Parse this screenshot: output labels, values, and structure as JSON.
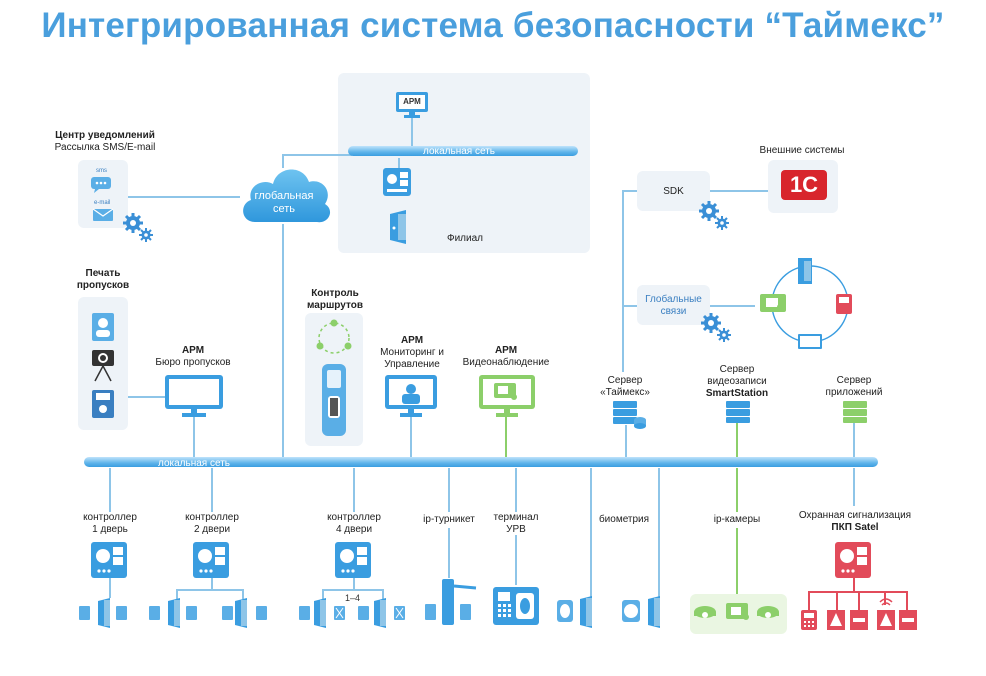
{
  "title": "Интегрированная система безопасности “Таймекс”",
  "notification_center": {
    "title": "Центр уведомлений",
    "subtitle": "Рассылка SMS/E-mail",
    "sms_tag": "sms",
    "email_tag": "e-mail"
  },
  "cloud": {
    "line1": "глобальная",
    "line2": "сеть"
  },
  "branch": {
    "arm_label": "АРМ",
    "lan_label": "локальная сеть",
    "name": "Филиал"
  },
  "external": {
    "title": "Внешние системы",
    "logo": "1С"
  },
  "sdk": {
    "label": "SDK"
  },
  "global_links": {
    "line1": "Глобальные",
    "line2": "связи"
  },
  "print_passes": {
    "line1": "Печать",
    "line2": "пропусков"
  },
  "route_control": {
    "line1": "Контроль",
    "line2": "маршрутов"
  },
  "arm_pass_bureau": {
    "line1": "АРМ",
    "line2": "Бюро пропусков"
  },
  "arm_monitoring": {
    "line1": "АРМ",
    "line2": "Мониторинг и",
    "line3": "Управление"
  },
  "arm_video": {
    "line1": "АРМ",
    "line2": "Видеонаблюдение"
  },
  "server_timex": {
    "line1": "Сервер",
    "line2": "«Таймекс»"
  },
  "server_video": {
    "line1": "Сервер",
    "line2": "видеозаписи",
    "line3": "SmartStation"
  },
  "server_apps": {
    "line1": "Сервер",
    "line2": "приложений"
  },
  "main_lan": {
    "label": "локальная сеть"
  },
  "ctrl1": {
    "line1": "контроллер",
    "line2": "1 дверь"
  },
  "ctrl2": {
    "line1": "контроллер",
    "line2": "2 двери"
  },
  "ctrl4": {
    "line1": "контроллер",
    "line2": "4 двери",
    "range": "1–4"
  },
  "turnstile": {
    "label": "ip-турникет"
  },
  "terminal": {
    "line1": "терминал",
    "line2": "УРВ"
  },
  "biometry": {
    "label": "биометрия"
  },
  "ipcams": {
    "label": "ip-камеры"
  },
  "alarm": {
    "line1": "Охранная сигнализация",
    "line2": "ПКП Satel"
  },
  "colors": {
    "accent_blue": "#4a9fdd",
    "lan_line": "#8ec5e8",
    "video_green": "#8ccf6a",
    "alarm_red": "#e24b5a",
    "panel_bg": "#eef3f8"
  }
}
